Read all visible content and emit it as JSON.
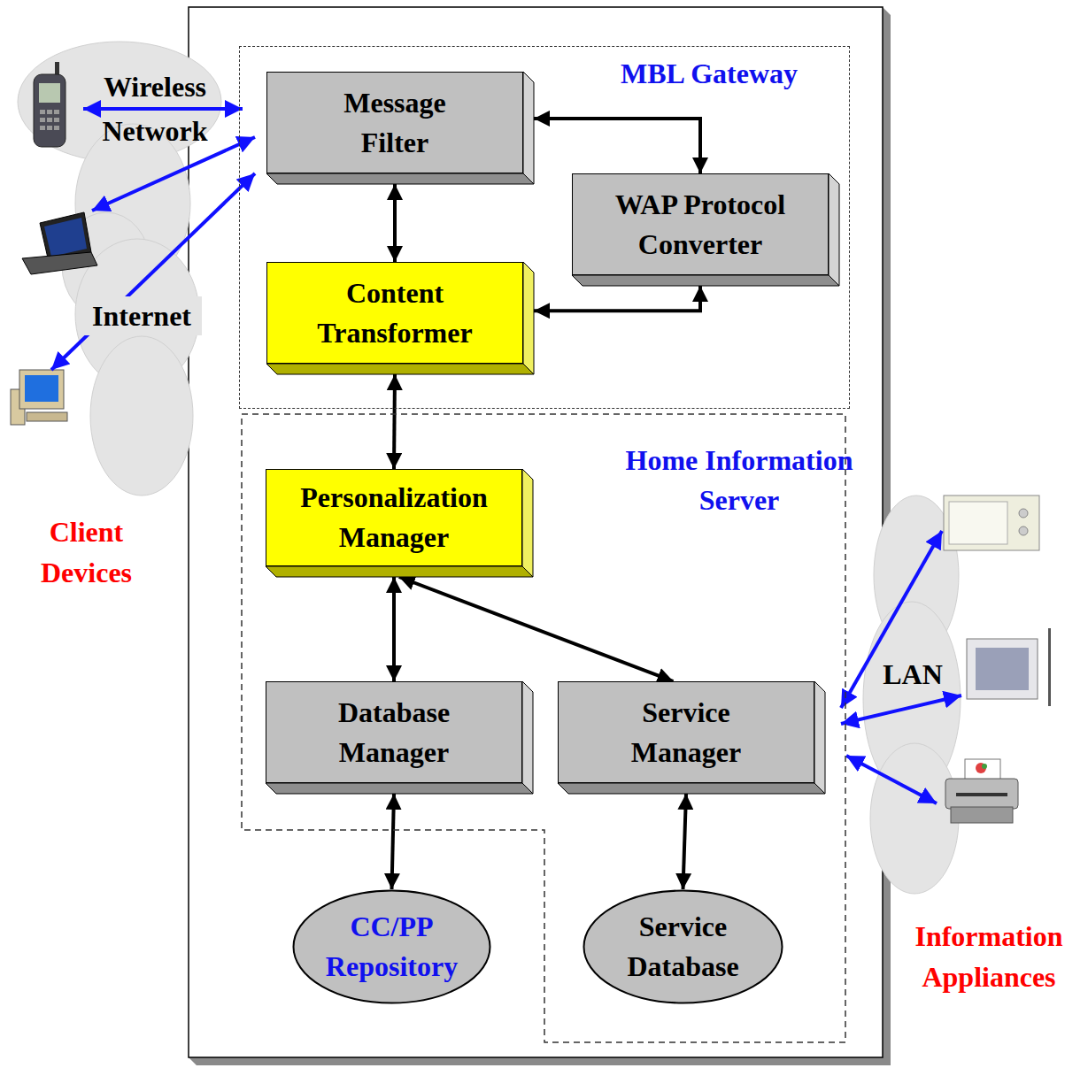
{
  "diagram": {
    "nodes": [
      {
        "text": [
          "MBL Gateway"
        ]
      },
      {
        "text": [
          "Message Filter"
        ],
        "in": 0
      },
      {
        "text": [
          "WAP Protocol Converter"
        ],
        "in": 0
      },
      {
        "text": [
          "Content Transformer"
        ],
        "in": 0
      },
      {
        "text": [
          "Home Information Server"
        ]
      },
      {
        "text": [
          "Personalization Manager"
        ],
        "in": 4
      },
      {
        "text": [
          "Database Manager"
        ],
        "in": 4
      },
      {
        "text": [
          "Service Manager"
        ],
        "in": 4
      },
      {
        "text": [
          "CC/PP Repository"
        ]
      },
      {
        "text": [
          "Service Database"
        ],
        "in": 4
      }
    ],
    "edges": [
      {
        "from": 1,
        "to": 2,
        "arrow": "both"
      },
      {
        "from": 1,
        "to": 3,
        "arrow": "both"
      },
      {
        "from": 2,
        "to": 3,
        "arrow": "both"
      },
      {
        "from": 3,
        "to": 5,
        "arrow": "both"
      },
      {
        "from": 5,
        "to": 6,
        "arrow": "both"
      },
      {
        "from": 5,
        "to": 7,
        "arrow": "both"
      },
      {
        "from": 6,
        "to": 8,
        "arrow": "both"
      },
      {
        "from": 7,
        "to": 9,
        "arrow": "both"
      }
    ],
    "labels": [
      "Wireless Network",
      "Internet",
      "Client Devices",
      "LAN",
      "Information Appliances"
    ]
  }
}
